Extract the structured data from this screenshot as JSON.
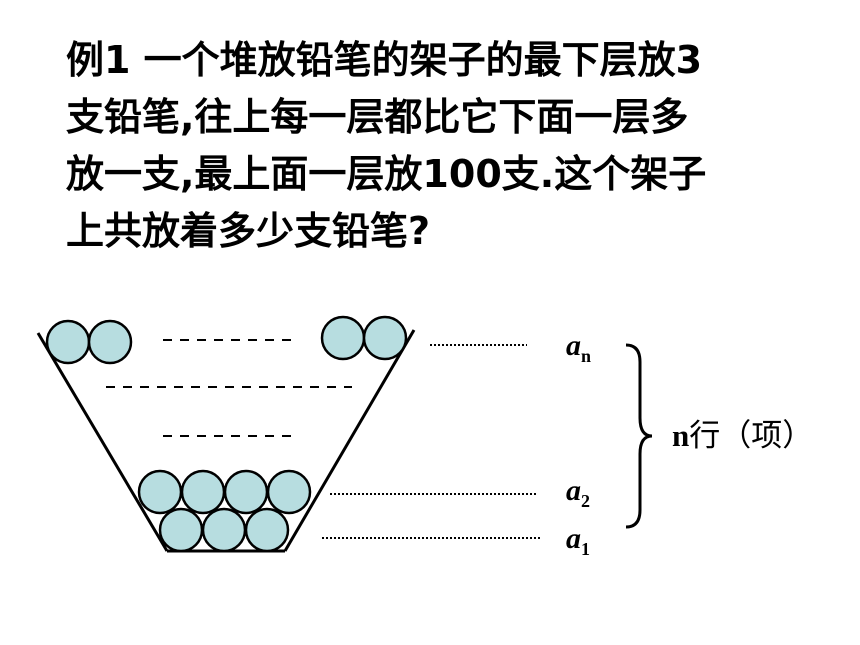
{
  "problem": {
    "lines": [
      "例1 一个堆放铅笔的架子的最下层放3",
      "支铅笔,往上每一层都比它下面一层多",
      "放一支,最上面一层放100支.这个架子",
      "上共放着多少支铅笔?"
    ]
  },
  "diagram": {
    "terms": [
      {
        "base": "a",
        "sub": "n"
      },
      {
        "base": "a",
        "sub": "2"
      },
      {
        "base": "a",
        "sub": "1"
      }
    ],
    "rows_label_bold": "n",
    "rows_label_rest": "行（项）",
    "colors": {
      "pencil_fill": "#b7dde0",
      "stroke": "#000000"
    }
  }
}
